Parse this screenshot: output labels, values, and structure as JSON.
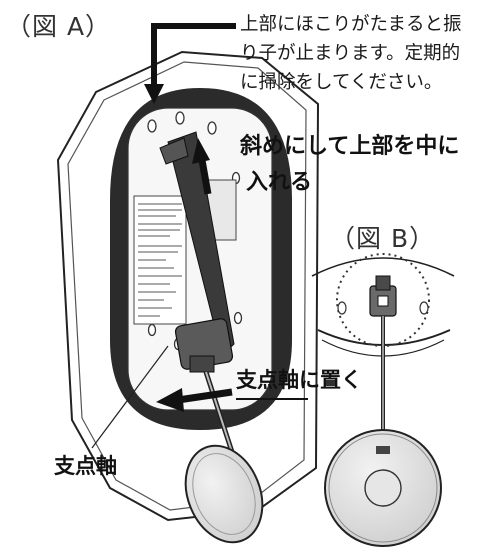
{
  "figure_a_label": "（図 A）",
  "figure_b_label": "（図 B）",
  "note_lines": [
    "上部にほこりがたまると振",
    "り子が止まります。定期的",
    "に掃除をしてください。"
  ],
  "instruction_tilt": [
    "斜めにして上部を中に",
    "入れる"
  ],
  "instruction_pivot": "支点軸に置く",
  "pivot_label": "支点軸"
}
